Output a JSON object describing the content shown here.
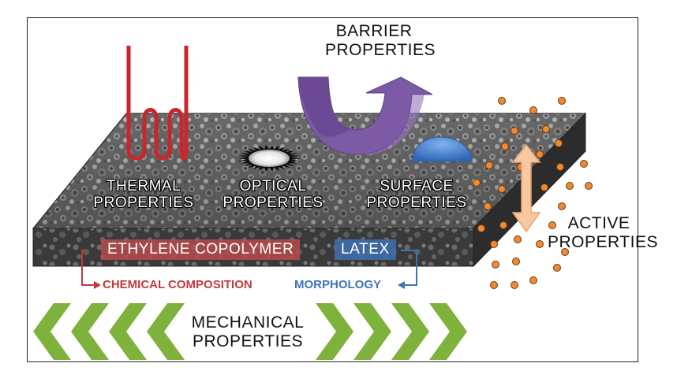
{
  "labels": {
    "barrier": [
      "BARRIER",
      "PROPERTIES"
    ],
    "thermal": [
      "THERMAL",
      "PROPERTIES"
    ],
    "optical": [
      "OPTICAL",
      "PROPERTIES"
    ],
    "surface": [
      "SURFACE",
      "PROPERTIES"
    ],
    "active": [
      "ACTIVE",
      "PROPERTIES"
    ],
    "mechanical": [
      "MECHANICAL",
      "PROPERTIES"
    ],
    "ethylene_copolymer": "ETHYLENE COPOLYMER",
    "latex": "LATEX",
    "chemical_composition": "CHEMICAL COMPOSITION",
    "morphology": "MORPHOLOGY"
  },
  "colors": {
    "thermal_wire": "#c8262c",
    "barrier_arrow": "#7c5aa6",
    "surface_drop": "#3f78c4",
    "active_arrow": "#f7c7a0",
    "particles": "#ee8a34",
    "chevrons": "#7fb23c",
    "ethylene_tag": "#b64b4b",
    "latex_tag": "#3f6ea8",
    "chemical_text": "#c0393b",
    "morphology_text": "#3d73b7"
  },
  "icons": [
    "thermal-wire-icon",
    "optical-starburst-icon",
    "barrier-arrow-icon",
    "surface-droplet-icon",
    "active-double-arrow-icon",
    "chevron-icon"
  ]
}
